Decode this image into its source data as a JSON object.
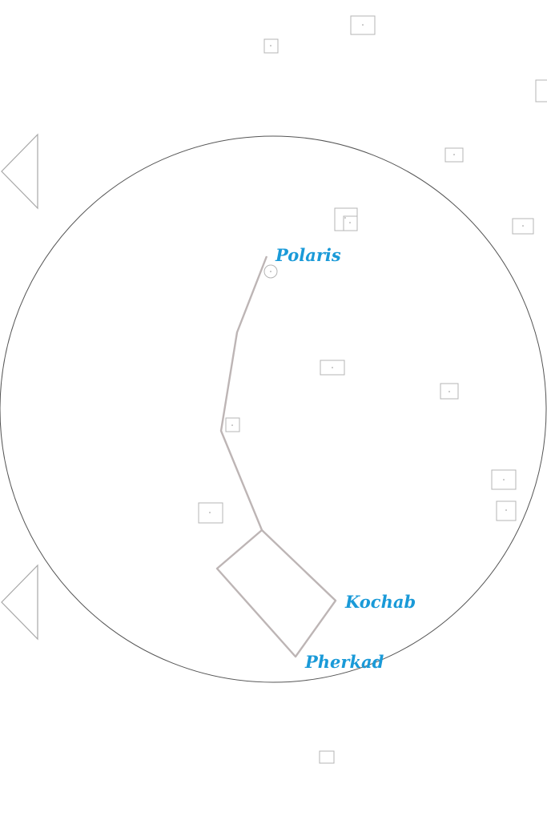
{
  "colors": {
    "label": "#1a9ad8",
    "constellation_line": "#bdb5b5",
    "horizon_circle": "#555555",
    "marker": "#b4b4b4"
  },
  "labels": {
    "polaris": "Polaris",
    "kochab": "Kochab",
    "pherkad": "Pherkad"
  },
  "icons": {
    "nav_prev_top": "triangle-left-icon",
    "nav_prev_bottom": "triangle-left-icon"
  }
}
